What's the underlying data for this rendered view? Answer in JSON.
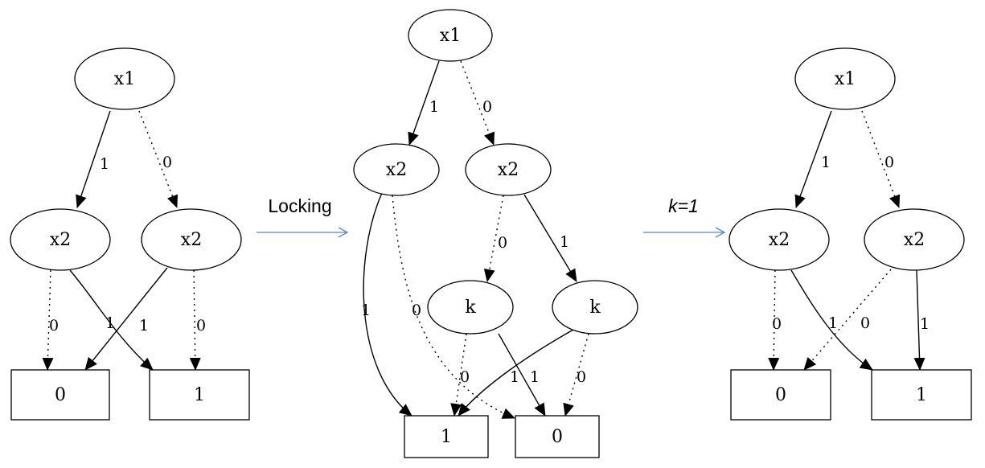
{
  "colors": {
    "stroke": "#000000",
    "transition_arrow": "#5b87c5"
  },
  "transitions": [
    {
      "id": "locking",
      "label": "Locking",
      "italic": false
    },
    {
      "id": "key-assignment",
      "label": "k=1",
      "italic": true
    }
  ],
  "diagrams": [
    {
      "id": "original-bdd",
      "nodes": [
        {
          "id": "x1",
          "label": "x1",
          "shape": "ellipse"
        },
        {
          "id": "x2a",
          "label": "x2",
          "shape": "ellipse"
        },
        {
          "id": "x2b",
          "label": "x2",
          "shape": "ellipse"
        },
        {
          "id": "t0",
          "label": "0",
          "shape": "box"
        },
        {
          "id": "t1",
          "label": "1",
          "shape": "box"
        }
      ],
      "edges": [
        {
          "from": "x1",
          "to": "x2a",
          "label": "1",
          "style": "solid"
        },
        {
          "from": "x1",
          "to": "x2b",
          "label": "0",
          "style": "dashed"
        },
        {
          "from": "x2a",
          "to": "t0",
          "label": "0",
          "style": "dashed"
        },
        {
          "from": "x2a",
          "to": "t1",
          "label": "1",
          "style": "solid"
        },
        {
          "from": "x2b",
          "to": "t0",
          "label": "1",
          "style": "solid"
        },
        {
          "from": "x2b",
          "to": "t1",
          "label": "0",
          "style": "dashed"
        }
      ]
    },
    {
      "id": "locked-bdd",
      "nodes": [
        {
          "id": "x1",
          "label": "x1",
          "shape": "ellipse"
        },
        {
          "id": "x2a",
          "label": "x2",
          "shape": "ellipse"
        },
        {
          "id": "x2b",
          "label": "x2",
          "shape": "ellipse"
        },
        {
          "id": "ka",
          "label": "k",
          "shape": "ellipse"
        },
        {
          "id": "kb",
          "label": "k",
          "shape": "ellipse"
        },
        {
          "id": "t1",
          "label": "1",
          "shape": "box"
        },
        {
          "id": "t0",
          "label": "0",
          "shape": "box"
        }
      ],
      "edges": [
        {
          "from": "x1",
          "to": "x2a",
          "label": "1",
          "style": "solid"
        },
        {
          "from": "x1",
          "to": "x2b",
          "label": "0",
          "style": "dashed"
        },
        {
          "from": "x2a",
          "to": "t1",
          "label": "1",
          "style": "solid"
        },
        {
          "from": "x2a",
          "to": "t0",
          "label": "0",
          "style": "dashed"
        },
        {
          "from": "x2b",
          "to": "ka",
          "label": "0",
          "style": "dashed"
        },
        {
          "from": "x2b",
          "to": "kb",
          "label": "1",
          "style": "solid"
        },
        {
          "from": "ka",
          "to": "t1",
          "label": "0",
          "style": "dashed"
        },
        {
          "from": "ka",
          "to": "t0",
          "label": "1",
          "style": "solid"
        },
        {
          "from": "kb",
          "to": "t1",
          "label": "1",
          "style": "solid"
        },
        {
          "from": "kb",
          "to": "t0",
          "label": "0",
          "style": "dashed"
        }
      ]
    },
    {
      "id": "unlocked-bdd",
      "nodes": [
        {
          "id": "x1",
          "label": "x1",
          "shape": "ellipse"
        },
        {
          "id": "x2a",
          "label": "x2",
          "shape": "ellipse"
        },
        {
          "id": "x2b",
          "label": "x2",
          "shape": "ellipse"
        },
        {
          "id": "t0",
          "label": "0",
          "shape": "box"
        },
        {
          "id": "t1",
          "label": "1",
          "shape": "box"
        }
      ],
      "edges": [
        {
          "from": "x1",
          "to": "x2a",
          "label": "1",
          "style": "solid"
        },
        {
          "from": "x1",
          "to": "x2b",
          "label": "0",
          "style": "dashed"
        },
        {
          "from": "x2a",
          "to": "t0",
          "label": "0",
          "style": "dashed"
        },
        {
          "from": "x2a",
          "to": "t1",
          "label": "1",
          "style": "solid"
        },
        {
          "from": "x2b",
          "to": "t0",
          "label": "0",
          "style": "dashed"
        },
        {
          "from": "x2b",
          "to": "t1",
          "label": "1",
          "style": "solid"
        }
      ]
    }
  ]
}
